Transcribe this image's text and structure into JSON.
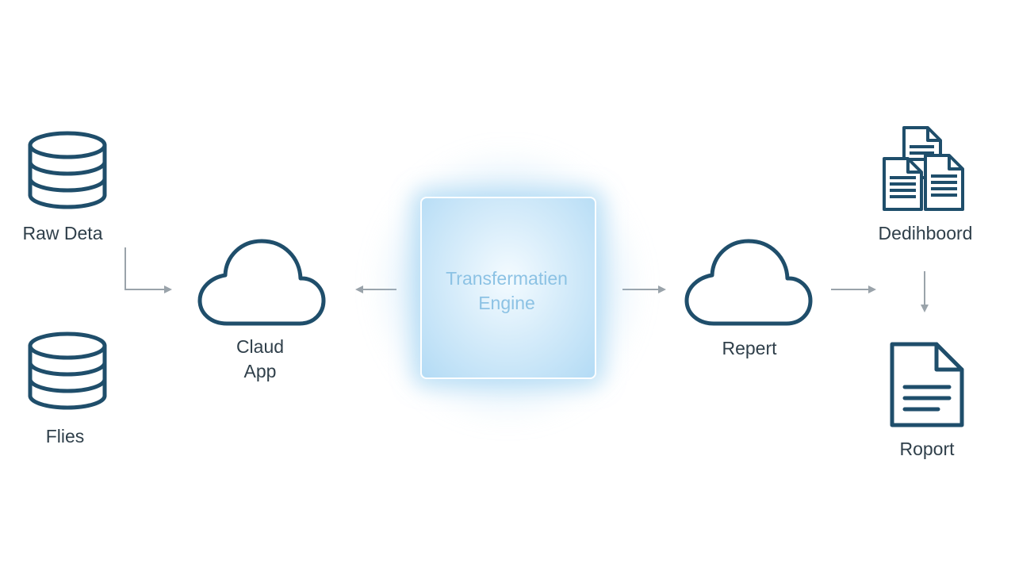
{
  "diagram": {
    "nodes": {
      "raw_data": {
        "label": "Raw Deta",
        "icon": "database-icon"
      },
      "files": {
        "label": "Flies",
        "icon": "database-icon"
      },
      "cloud_app": {
        "label_line1": "Claud",
        "label_line2": "App",
        "icon": "cloud-icon"
      },
      "engine": {
        "label_line1": "Transfermatien",
        "label_line2": "Engine"
      },
      "report_cloud": {
        "label": "Repert",
        "icon": "cloud-icon"
      },
      "dashboard": {
        "label": "Dedihboord",
        "icon": "documents-stack-icon"
      },
      "report_doc": {
        "label": "Roport",
        "icon": "document-icon"
      }
    },
    "colors": {
      "icon_stroke": "#1f4e6b",
      "arrow": "#9aa3aa",
      "label_text": "#2f3f4a",
      "engine_text": "#8cc2e4",
      "engine_glow": "#b3dbf5"
    }
  }
}
